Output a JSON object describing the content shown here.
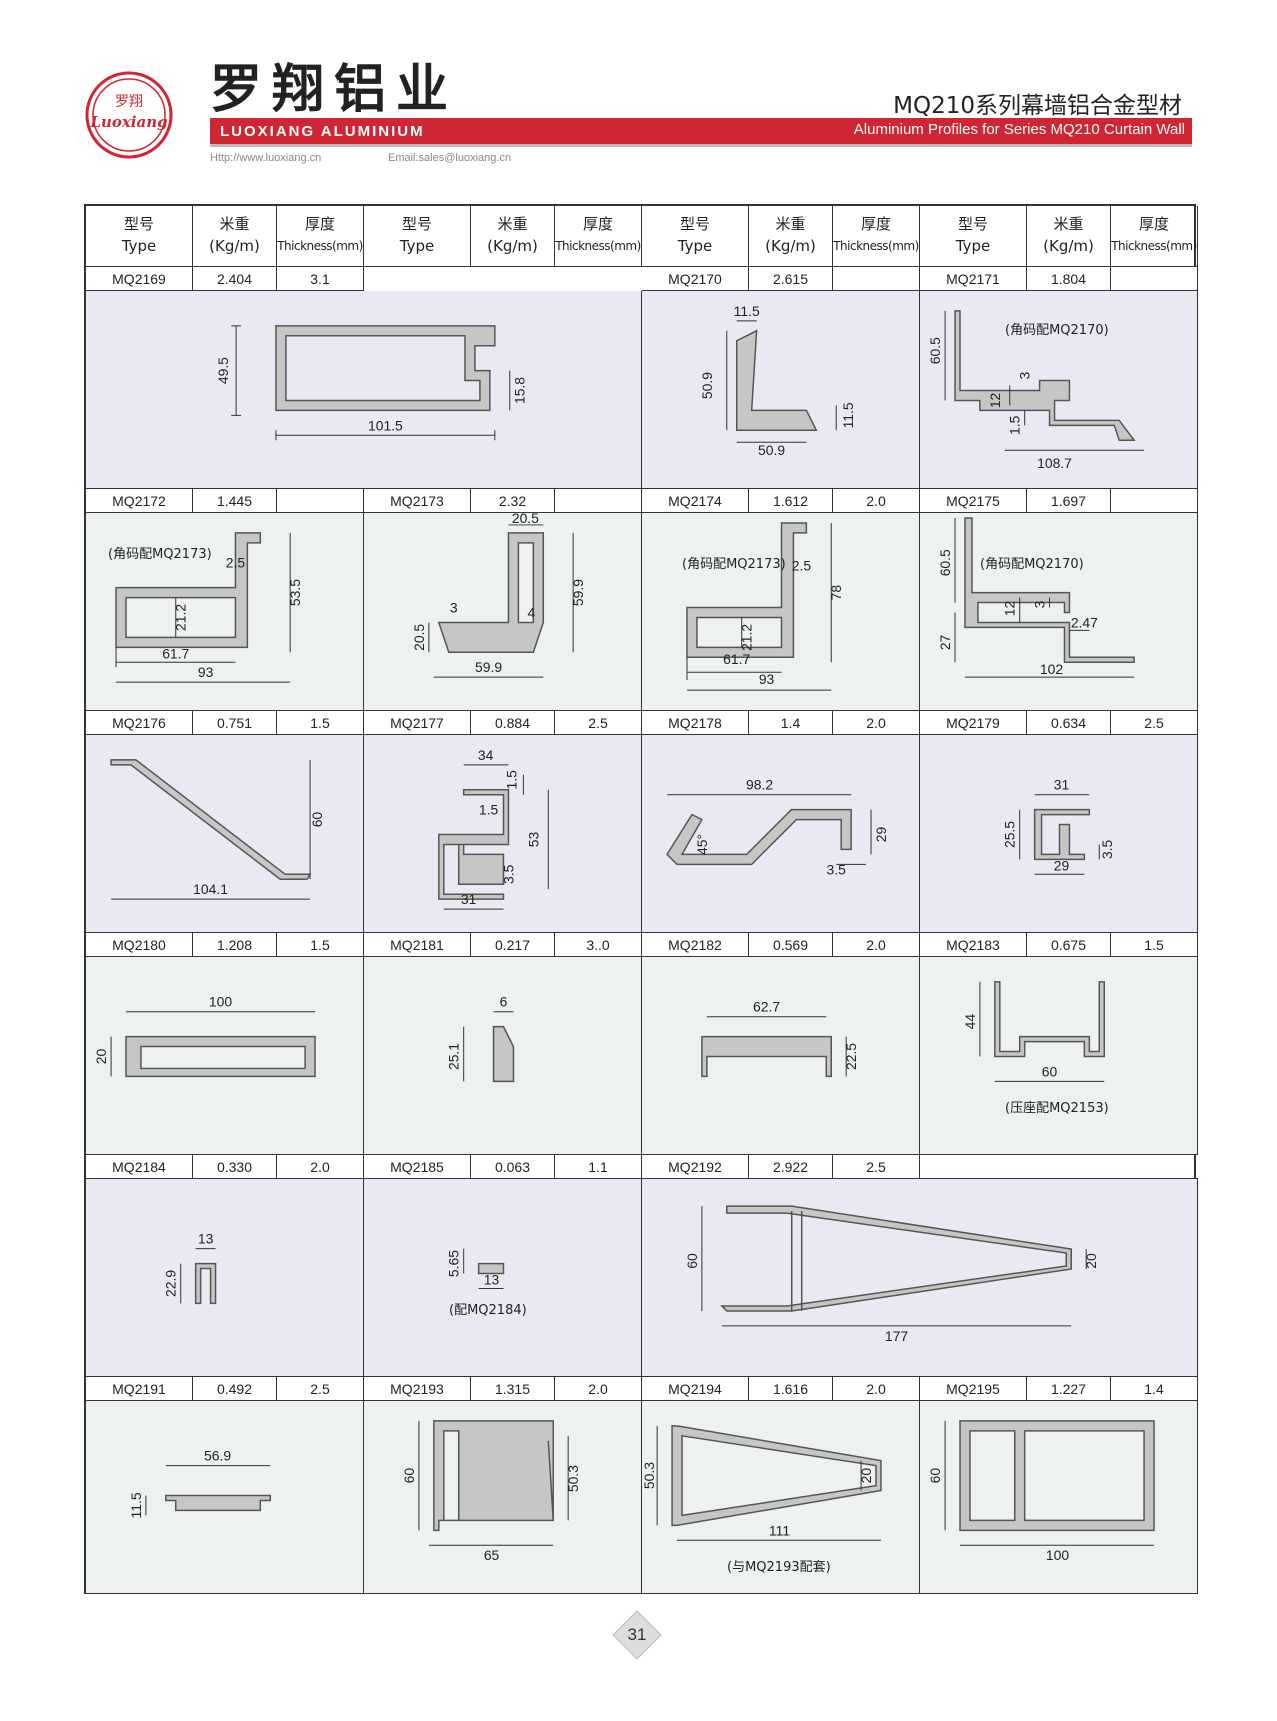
{
  "header": {
    "logo_text_cn": "罗翔",
    "logo_text_en": "Luoxiang",
    "brand_cn": "罗翔铝业",
    "brand_en": "LUOXIANG ALUMINIUM",
    "series_cn": "MQ210系列幕墙铝合金型材",
    "series_en": "Aluminium Profiles for Series MQ210 Curtain Wall",
    "http": "Http://www.luoxiang.cn",
    "email": "Email:sales@luoxiang.cn"
  },
  "columns": {
    "type_cn": "型号",
    "type_en": "Type",
    "weight_cn": "米重",
    "weight_en": "(Kg/m)",
    "thick_cn": "厚度",
    "thick_en": "Thickness(mm)"
  },
  "profiles": [
    {
      "type": "MQ2169",
      "weight": "2.404",
      "thickness": "3.1",
      "dims": [
        "49.5",
        "101.5",
        "15.8"
      ],
      "note": ""
    },
    {
      "type": "MQ2170",
      "weight": "2.615",
      "thickness": "",
      "dims": [
        "11.5",
        "50.9",
        "11.5",
        "50.9"
      ],
      "note": ""
    },
    {
      "type": "MQ2171",
      "weight": "1.804",
      "thickness": "",
      "dims": [
        "60.5",
        "3",
        "12",
        "1.5",
        "108.7"
      ],
      "note": "(角码配MQ2170)"
    },
    {
      "type": "MQ2172",
      "weight": "1.445",
      "thickness": "",
      "dims": [
        "2.5",
        "53.5",
        "21.2",
        "61.7",
        "93"
      ],
      "note": "(角码配MQ2173)"
    },
    {
      "type": "MQ2173",
      "weight": "2.32",
      "thickness": "",
      "dims": [
        "20.5",
        "59.9",
        "3",
        "4",
        "20.5",
        "59.9"
      ],
      "note": ""
    },
    {
      "type": "MQ2174",
      "weight": "1.612",
      "thickness": "2.0",
      "dims": [
        "2.5",
        "78",
        "21.2",
        "61.7",
        "93"
      ],
      "note": "(角码配MQ2173)"
    },
    {
      "type": "MQ2175",
      "weight": "1.697",
      "thickness": "",
      "dims": [
        "60.5",
        "12",
        "3",
        "2.47",
        "27",
        "102"
      ],
      "note": "(角码配MQ2170)"
    },
    {
      "type": "MQ2176",
      "weight": "0.751",
      "thickness": "1.5",
      "dims": [
        "60",
        "104.1"
      ],
      "note": ""
    },
    {
      "type": "MQ2177",
      "weight": "0.884",
      "thickness": "2.5",
      "dims": [
        "34",
        "1.5",
        "1.5",
        "53",
        "3.5",
        "31"
      ],
      "note": ""
    },
    {
      "type": "MQ2178",
      "weight": "1.4",
      "thickness": "2.0",
      "dims": [
        "98.2",
        "45°",
        "29",
        "3.5"
      ],
      "note": ""
    },
    {
      "type": "MQ2179",
      "weight": "0.634",
      "thickness": "2.5",
      "dims": [
        "31",
        "25.5",
        "3.5",
        "29"
      ],
      "note": ""
    },
    {
      "type": "MQ2180",
      "weight": "1.208",
      "thickness": "1.5",
      "dims": [
        "100",
        "20"
      ],
      "note": ""
    },
    {
      "type": "MQ2181",
      "weight": "0.217",
      "thickness": "3..0",
      "dims": [
        "6",
        "25.1"
      ],
      "note": ""
    },
    {
      "type": "MQ2182",
      "weight": "0.569",
      "thickness": "2.0",
      "dims": [
        "62.7",
        "22.5"
      ],
      "note": ""
    },
    {
      "type": "MQ2183",
      "weight": "0.675",
      "thickness": "1.5",
      "dims": [
        "44",
        "60"
      ],
      "note": "(压座配MQ2153)"
    },
    {
      "type": "MQ2184",
      "weight": "0.330",
      "thickness": "2.0",
      "dims": [
        "13",
        "22.9"
      ],
      "note": ""
    },
    {
      "type": "MQ2185",
      "weight": "0.063",
      "thickness": "1.1",
      "dims": [
        "5.65",
        "13"
      ],
      "note": "(配MQ2184)"
    },
    {
      "type": "MQ2192",
      "weight": "2.922",
      "thickness": "2.5",
      "dims": [
        "60",
        "20",
        "177"
      ],
      "note": ""
    },
    {
      "type": "MQ2191",
      "weight": "0.492",
      "thickness": "2.5",
      "dims": [
        "56.9",
        "11.5"
      ],
      "note": ""
    },
    {
      "type": "MQ2193",
      "weight": "1.315",
      "thickness": "2.0",
      "dims": [
        "60",
        "50.3",
        "65"
      ],
      "note": ""
    },
    {
      "type": "MQ2194",
      "weight": "1.616",
      "thickness": "2.0",
      "dims": [
        "50.3",
        "20",
        "111"
      ],
      "note": "(与MQ2193配套)"
    },
    {
      "type": "MQ2195",
      "weight": "1.227",
      "thickness": "1.4",
      "dims": [
        "60",
        "100"
      ],
      "note": ""
    }
  ],
  "page_number": "31",
  "colors": {
    "brand_red": "#d02532",
    "cell_purple": "#eae9f3",
    "cell_green": "#edf2ee",
    "profile_gray": "#c6c6c6"
  }
}
